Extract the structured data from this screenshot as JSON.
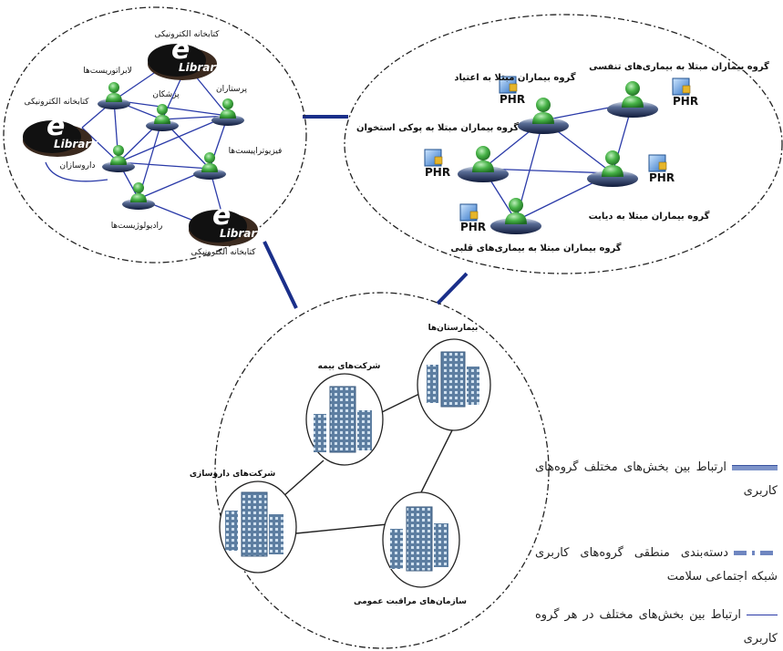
{
  "groups": {
    "library_network": {
      "nodes": {
        "library_top": "کتابخانه الکترونیکی",
        "library_left": "کتابخانه الکترونیکی",
        "library_bottom": "کتابخانه الکترونیکی",
        "laboratory": "لابراتوریست‌ها",
        "doctors": "پزشکان",
        "nurses": "پرستاران",
        "physiotherapists": "فیزیوتراپیست‌ها",
        "pharmacists": "داروسازان",
        "radiologists": "رادیولوژیست‌ها"
      },
      "logo_text": "Library"
    },
    "patient_network": {
      "nodes": {
        "respiratory": "گروه بیماران مبتلا به بیماری‌های تنفسی",
        "addiction": "گروه بیماران مبتلا به اعتیاد",
        "osteoporosis": "گروه بیماران مبتلا به پوکی استخوان",
        "diabetes": "گروه بیماران مبتلا به دیابت",
        "heart": "گروه بیماران مبتلا به بیماری‌های قلبی"
      },
      "phr_label": "PHR"
    },
    "institution_network": {
      "nodes": {
        "hospitals": "بیمارستان‌ها",
        "insurance": "شرکت‌های بیمه",
        "pharma": "شرکت‌های داروسازی",
        "public_health": "سازمان‌های مراقبت عمومی"
      }
    }
  },
  "legend": {
    "item1": "ارتباط بین بخش‌های مختلف گروه‌های کاربری",
    "item2": "دسته‌بندی منطقی گروه‌های کاربری شبکه اجتماعی سلامت",
    "item3": "ارتباط بین بخش‌های مختلف در هر گروه کاربری"
  },
  "colors": {
    "edge": "#2a3aa8",
    "group_link": "#1a2f8a",
    "node_platform": "#1f2d5c",
    "person": "#3a9d3a",
    "building": "#6c8fb3"
  }
}
